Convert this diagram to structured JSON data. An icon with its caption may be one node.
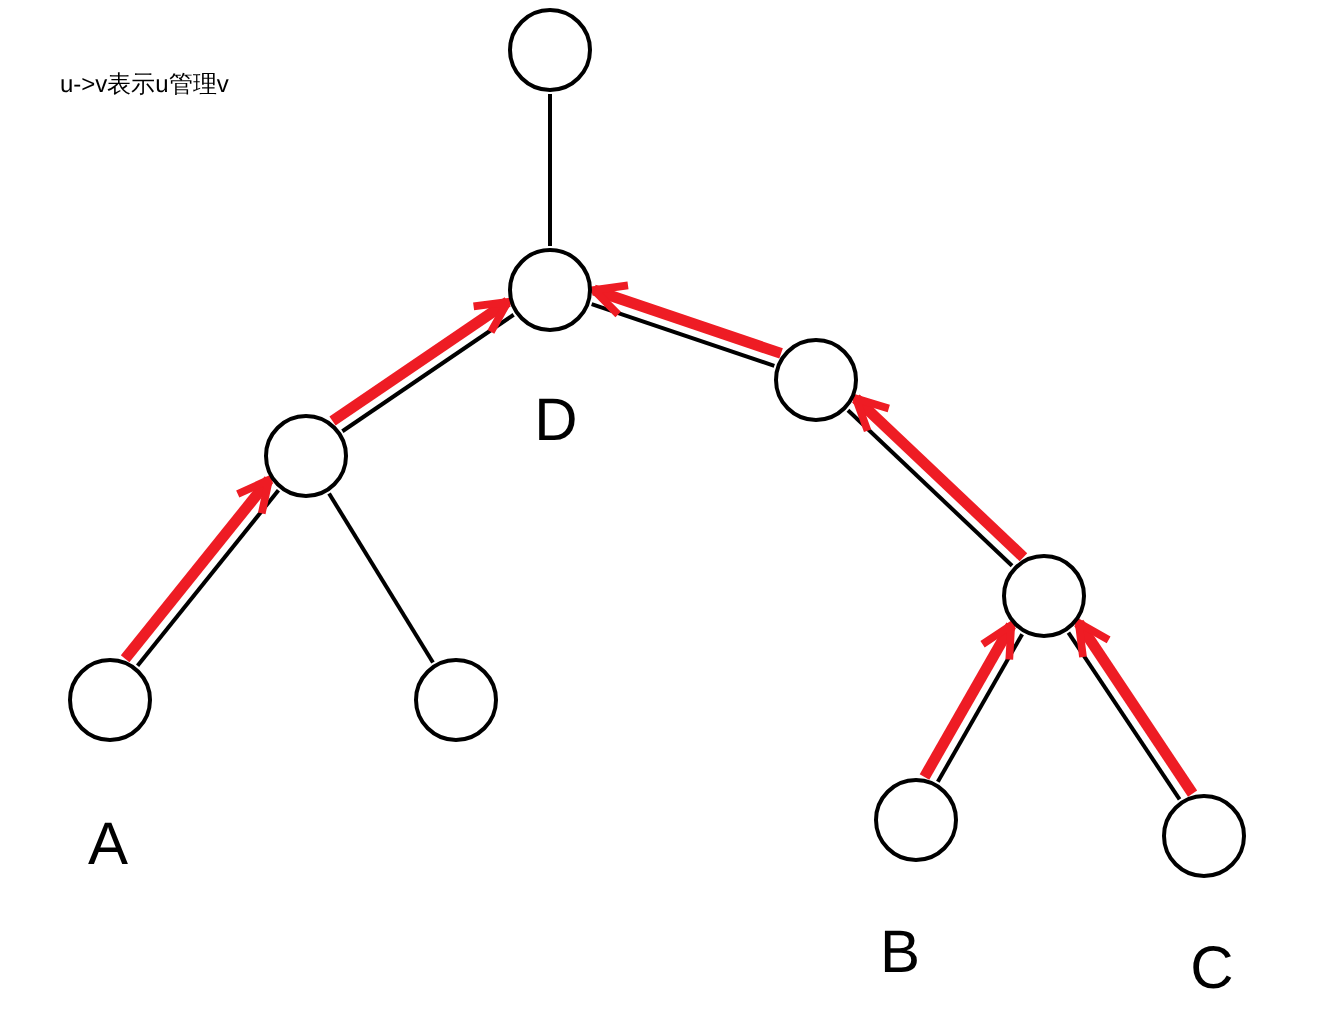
{
  "diagram": {
    "nodes": [
      {
        "text": [],
        "shape": "circle"
      },
      {
        "text": [],
        "shape": "circle",
        "beside": [
          "D"
        ]
      },
      {
        "text": [],
        "shape": "circle"
      },
      {
        "text": [],
        "shape": "circle"
      },
      {
        "text": [],
        "shape": "circle",
        "beside": [
          "A"
        ]
      },
      {
        "text": [],
        "shape": "circle"
      },
      {
        "text": [],
        "shape": "circle"
      },
      {
        "text": [],
        "shape": "circle",
        "beside": [
          "B"
        ]
      },
      {
        "text": [],
        "shape": "circle",
        "beside": [
          "C"
        ]
      }
    ],
    "edges": [
      {
        "from": 0,
        "to": 1,
        "arrow": "none"
      },
      {
        "from": 1,
        "to": 2,
        "arrow": "none"
      },
      {
        "from": 1,
        "to": 3,
        "arrow": "none"
      },
      {
        "from": 2,
        "to": 4,
        "arrow": "none"
      },
      {
        "from": 2,
        "to": 5,
        "arrow": "none"
      },
      {
        "from": 3,
        "to": 6,
        "arrow": "none"
      },
      {
        "from": 6,
        "to": 7,
        "arrow": "none"
      },
      {
        "from": 6,
        "to": 8,
        "arrow": "none"
      },
      {
        "from": 4,
        "to": 2,
        "arrow": "to",
        "style": "thick",
        "color": "#ee1c24"
      },
      {
        "from": 2,
        "to": 1,
        "arrow": "to",
        "style": "thick",
        "color": "#ee1c24"
      },
      {
        "from": 3,
        "to": 1,
        "arrow": "to",
        "style": "thick",
        "color": "#ee1c24"
      },
      {
        "from": 6,
        "to": 3,
        "arrow": "to",
        "style": "thick",
        "color": "#ee1c24"
      },
      {
        "from": 7,
        "to": 6,
        "arrow": "to",
        "style": "thick",
        "color": "#ee1c24"
      },
      {
        "from": 8,
        "to": 6,
        "arrow": "to",
        "style": "thick",
        "color": "#ee1c24"
      }
    ],
    "labels": [
      "u->v表示u管理v"
    ]
  }
}
